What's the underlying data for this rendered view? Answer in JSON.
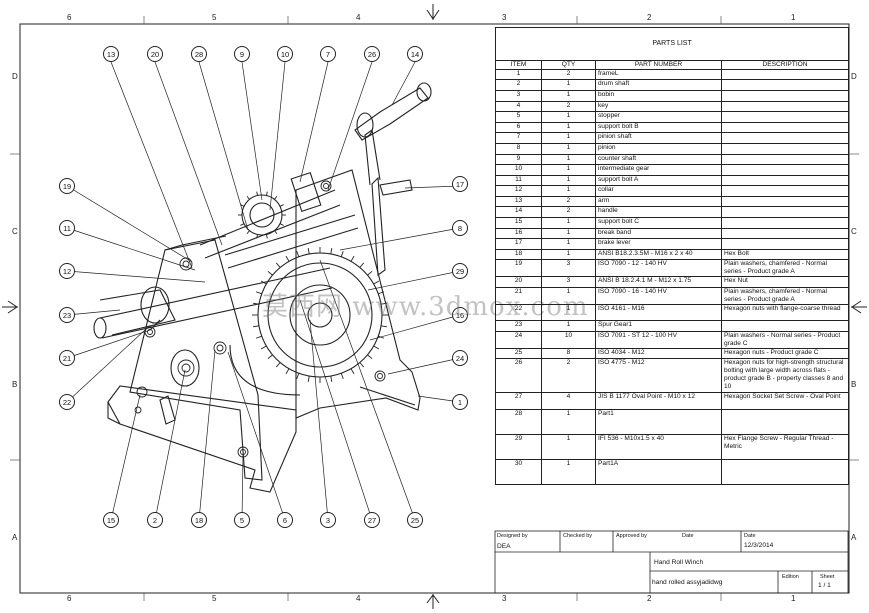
{
  "zones": {
    "columns": [
      "6",
      "5",
      "4",
      "3",
      "2",
      "1"
    ],
    "rows": [
      "D",
      "C",
      "B",
      "A"
    ]
  },
  "parts_list": {
    "title": "PARTS LIST",
    "headers": [
      "ITEM",
      "QTY",
      "PART NUMBER",
      "DESCRIPTION"
    ],
    "rows": [
      {
        "item": "1",
        "qty": "2",
        "part": "frameL",
        "desc": ""
      },
      {
        "item": "2",
        "qty": "1",
        "part": "drum shaft",
        "desc": ""
      },
      {
        "item": "3",
        "qty": "1",
        "part": "bobin",
        "desc": ""
      },
      {
        "item": "4",
        "qty": "2",
        "part": "key",
        "desc": ""
      },
      {
        "item": "5",
        "qty": "1",
        "part": "stopper",
        "desc": ""
      },
      {
        "item": "6",
        "qty": "1",
        "part": "support bolt B",
        "desc": ""
      },
      {
        "item": "7",
        "qty": "1",
        "part": "pinion shaft",
        "desc": ""
      },
      {
        "item": "8",
        "qty": "1",
        "part": "pinion",
        "desc": ""
      },
      {
        "item": "9",
        "qty": "1",
        "part": "counter shaft",
        "desc": ""
      },
      {
        "item": "10",
        "qty": "1",
        "part": "intermediate gear",
        "desc": ""
      },
      {
        "item": "11",
        "qty": "1",
        "part": "support bolt A",
        "desc": ""
      },
      {
        "item": "12",
        "qty": "1",
        "part": "collar",
        "desc": ""
      },
      {
        "item": "13",
        "qty": "2",
        "part": "arm",
        "desc": ""
      },
      {
        "item": "14",
        "qty": "2",
        "part": "handle",
        "desc": ""
      },
      {
        "item": "15",
        "qty": "1",
        "part": "support bolt C",
        "desc": ""
      },
      {
        "item": "16",
        "qty": "1",
        "part": "break band",
        "desc": ""
      },
      {
        "item": "17",
        "qty": "1",
        "part": "brake lever",
        "desc": ""
      },
      {
        "item": "18",
        "qty": "1",
        "part": "ANSI B18.2.3.5M - M16 x 2 x 40",
        "desc": "Hex Bolt"
      },
      {
        "item": "19",
        "qty": "3",
        "part": "ISO 7090 - 12 - 140 HV",
        "desc": "Plain washers, chamfered - Normal series - Product grade A"
      },
      {
        "item": "20",
        "qty": "3",
        "part": "ANSI B 18.2.4.1 M - M12 x 1.75",
        "desc": "Hex Nut"
      },
      {
        "item": "21",
        "qty": "1",
        "part": "ISO 7090 - 16 - 140 HV",
        "desc": "Plain washers, chamfered - Normal series - Product grade A"
      },
      {
        "item": "22",
        "qty": "1",
        "part": "ISO 4161 - M16",
        "desc": "Hexagon nuts with flange-coarse thread"
      },
      {
        "item": "23",
        "qty": "1",
        "part": "Spur Gear1",
        "desc": ""
      },
      {
        "item": "24",
        "qty": "10",
        "part": "ISO 7091 - ST 12 - 100 HV",
        "desc": "Plain washers - Normal series - Product grade C"
      },
      {
        "item": "25",
        "qty": "8",
        "part": "ISO 4034 - M12",
        "desc": "Hexagon nuts - Product grade C"
      },
      {
        "item": "26",
        "qty": "2",
        "part": "ISO 4775 - M12",
        "desc": "Hexagon nuts for high-strength structural bolting with large width across flats - product grade B - property classes 8 and 10"
      },
      {
        "item": "27",
        "qty": "4",
        "part": "JIS B 1177 Oval Point - M10 x 12",
        "desc": "Hexagon Socket Set Screw - Oval Point"
      },
      {
        "item": "28",
        "qty": "1",
        "part": "Part1",
        "desc": ""
      },
      {
        "item": "29",
        "qty": "1",
        "part": "IFI 536 - M10x1.5 x 40",
        "desc": "Hex Flange Screw - Regular Thread - Metric"
      },
      {
        "item": "30",
        "qty": "1",
        "part": "Part1A",
        "desc": ""
      }
    ]
  },
  "title_block": {
    "designed_by_label": "Designed by",
    "designed_by": "DEA",
    "checked_by_label": "Checked by",
    "approved_by_label": "Approved by",
    "date_label": "Date",
    "date_label_2": "Date",
    "date": "12/3/2014",
    "title": "Hand Roll Winch",
    "file_name": "hand rolled assyjadidwg",
    "edition_label": "Edition",
    "sheet_label": "Sheet",
    "sheet": "1 / 1"
  },
  "watermark": "莫西网 www.3dmox.com",
  "balloons": [
    "13",
    "20",
    "28",
    "9",
    "10",
    "7",
    "26",
    "14",
    "19",
    "17",
    "11",
    "8",
    "12",
    "29",
    "23",
    "16",
    "21",
    "24",
    "22",
    "1",
    "15",
    "2",
    "18",
    "5",
    "6",
    "3",
    "27",
    "25"
  ]
}
